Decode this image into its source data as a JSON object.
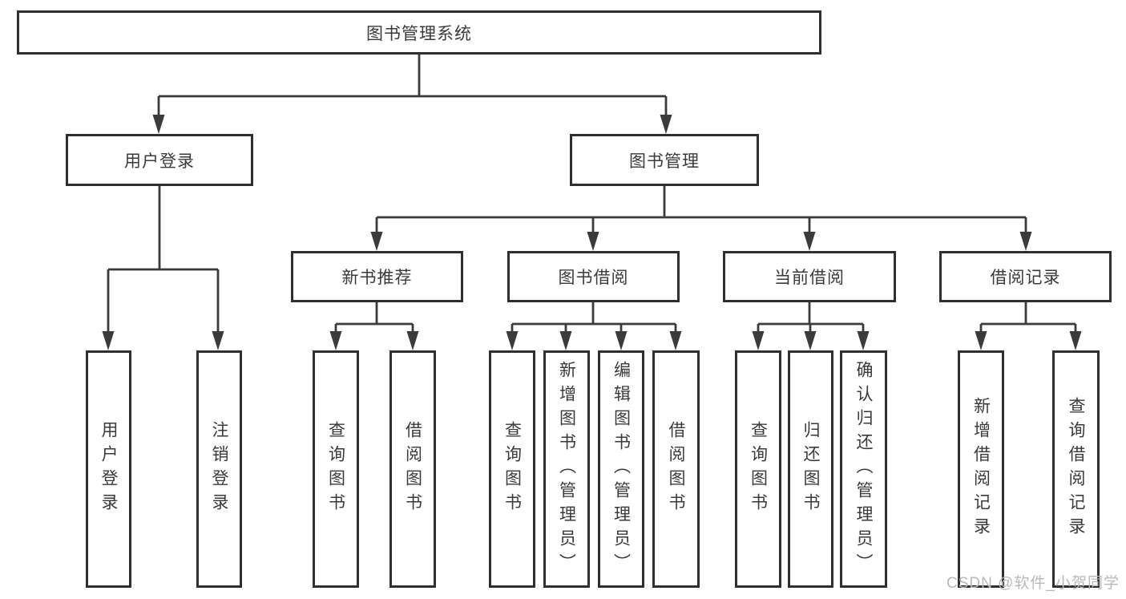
{
  "tree": {
    "root": {
      "label": "图书管理系统"
    },
    "branches": [
      {
        "label": "用户登录",
        "children": [
          {
            "label": "用户登录"
          },
          {
            "label": "注销登录"
          }
        ]
      },
      {
        "label": "图书管理",
        "children": [
          {
            "label": "新书推荐",
            "children": [
              {
                "label": "查询图书"
              },
              {
                "label": "借阅图书"
              }
            ]
          },
          {
            "label": "图书借阅",
            "children": [
              {
                "label": "查询图书"
              },
              {
                "label": "新增图书（管理员）"
              },
              {
                "label": "编辑图书（管理员）"
              },
              {
                "label": "借阅图书"
              }
            ]
          },
          {
            "label": "当前借阅",
            "children": [
              {
                "label": "查询图书"
              },
              {
                "label": "归还图书"
              },
              {
                "label": "确认归还（管理员）"
              }
            ]
          },
          {
            "label": "借阅记录",
            "children": [
              {
                "label": "新增借阅记录"
              },
              {
                "label": "查询借阅记录"
              }
            ]
          }
        ]
      }
    ]
  },
  "watermark": {
    "text": "CSDN @软件_小贺同学"
  },
  "colors": {
    "line": "#3b3b3b",
    "box_border": "#2f2f2f",
    "box_fill": "#ffffff",
    "text": "#3a3a3a",
    "watermark": "#b9b9b9",
    "background": "#ffffff"
  }
}
